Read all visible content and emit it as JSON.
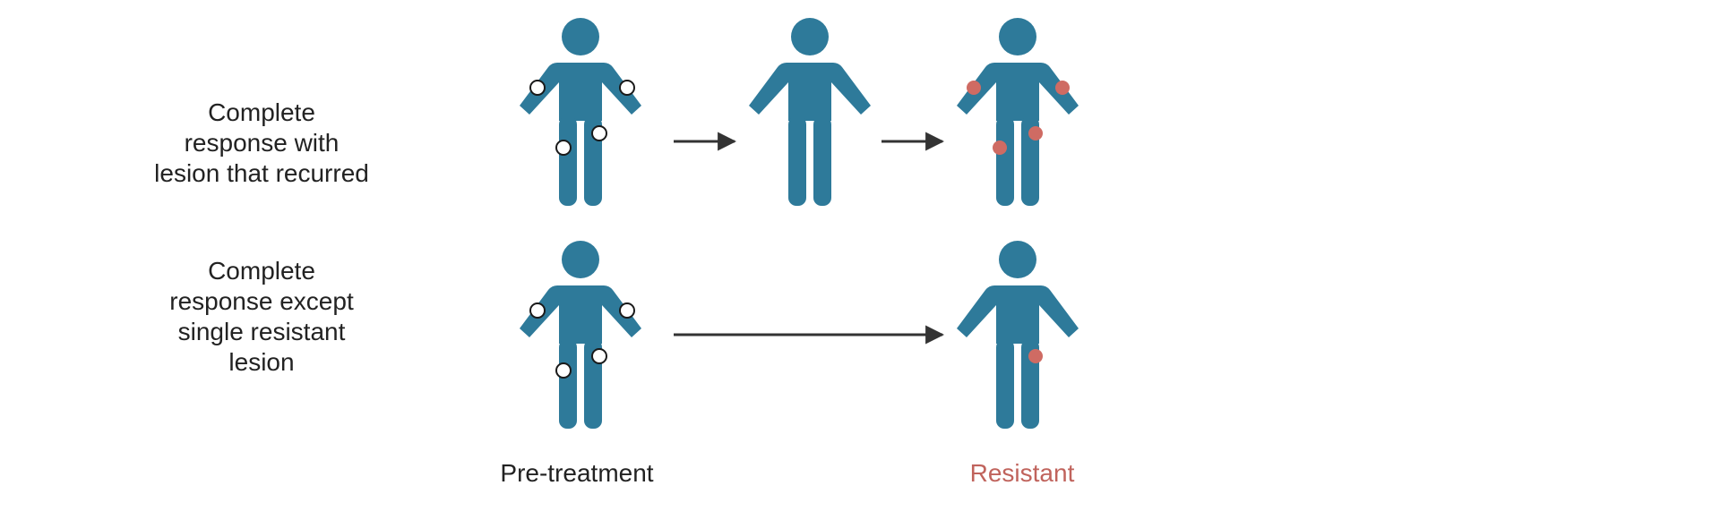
{
  "rows": [
    {
      "label_lines": [
        "Complete",
        "response with",
        "lesion that recurred"
      ],
      "stages": [
        "pre-treatment",
        "complete-response",
        "resistant"
      ]
    },
    {
      "label_lines": [
        "Complete",
        "response except",
        "single resistant",
        "lesion"
      ],
      "stages": [
        "pre-treatment",
        "resistant"
      ]
    }
  ],
  "captions": {
    "pre_treatment": "Pre-treatment",
    "resistant": "Resistant"
  },
  "colors": {
    "figure": "#2e7a9a",
    "lesion_treated": "#ffffff",
    "lesion_outline": "#1a1a1a",
    "lesion_resistant": "#cf6b63",
    "arrow": "#333333",
    "resistant_text": "#c0635c",
    "label_text": "#222222"
  },
  "icons": [
    "human-figure-icon",
    "lesion-marker-icon",
    "arrow-right-icon"
  ]
}
